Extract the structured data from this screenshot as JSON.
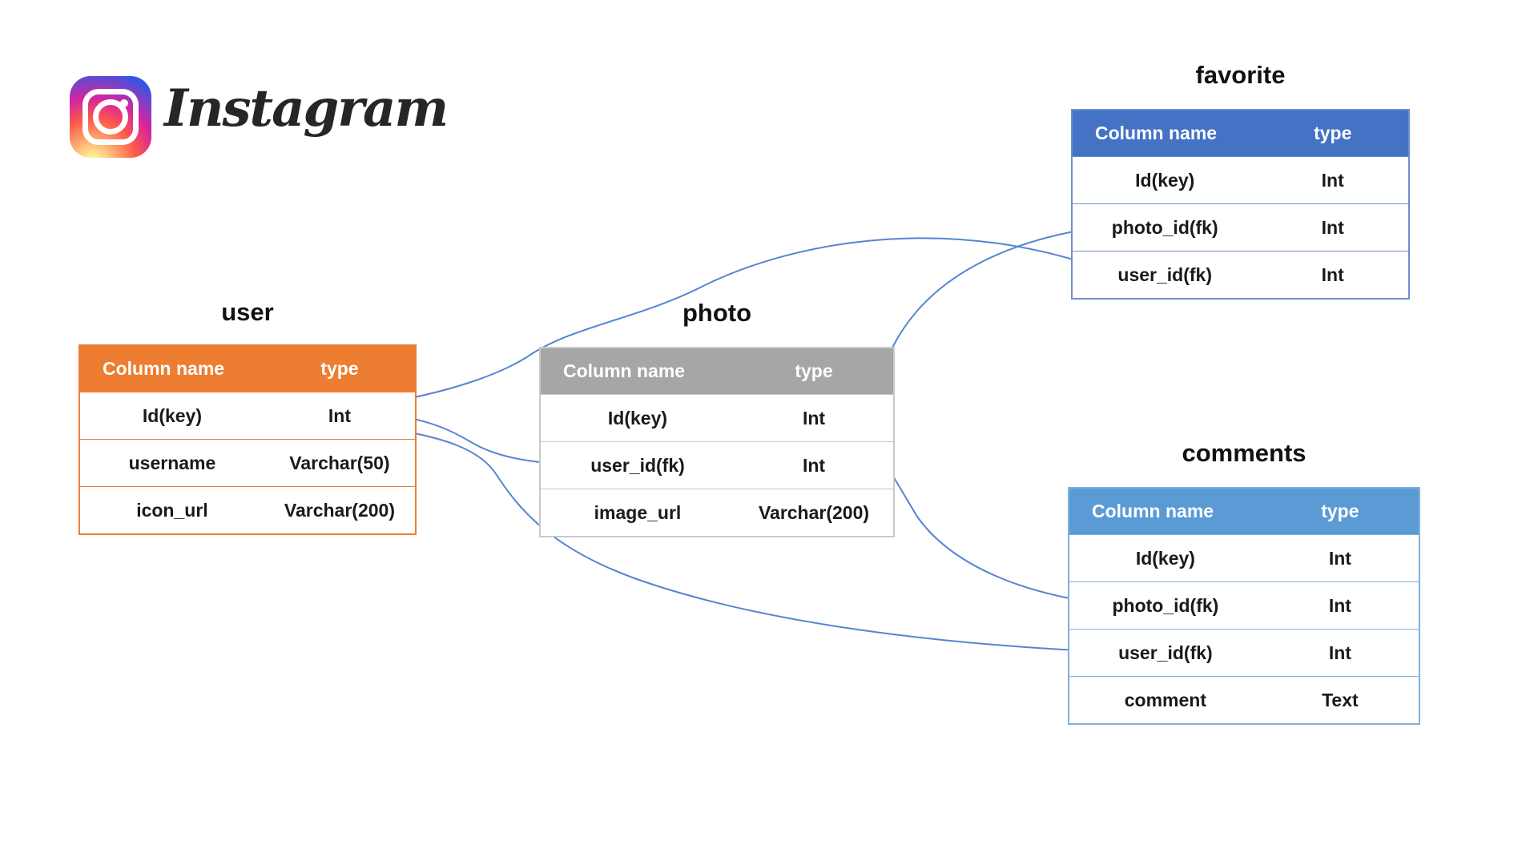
{
  "logo": {
    "brand": "Instagram"
  },
  "colors": {
    "user_accent": "#ED7D31",
    "photo_accent": "#A6A6A6",
    "favorite_accent": "#4472C4",
    "comments_accent": "#5B9BD5",
    "connector": "#5585D0",
    "arrowhead": "#3D6CC0"
  },
  "tables": {
    "user": {
      "title": "user",
      "accent": "#ED7D31",
      "border": "#ED7D31",
      "columns": [
        "Column name",
        "type"
      ],
      "rows": [
        [
          "Id(key)",
          "Int"
        ],
        [
          "username",
          "Varchar(50)"
        ],
        [
          "icon_url",
          "Varchar(200)"
        ]
      ]
    },
    "photo": {
      "title": "photo",
      "accent": "#A6A6A6",
      "border": "#C9C9C9",
      "columns": [
        "Column name",
        "type"
      ],
      "rows": [
        [
          "Id(key)",
          "Int"
        ],
        [
          "user_id(fk)",
          "Int"
        ],
        [
          "image_url",
          "Varchar(200)"
        ]
      ]
    },
    "favorite": {
      "title": "favorite",
      "accent": "#4472C4",
      "border": "#6D8FCB",
      "columns": [
        "Column name",
        "type"
      ],
      "rows": [
        [
          "Id(key)",
          "Int"
        ],
        [
          "photo_id(fk)",
          "Int"
        ],
        [
          "user_id(fk)",
          "Int"
        ]
      ]
    },
    "comments": {
      "title": "comments",
      "accent": "#5B9BD5",
      "border": "#7FB0DD",
      "columns": [
        "Column name",
        "type"
      ],
      "rows": [
        [
          "Id(key)",
          "Int"
        ],
        [
          "photo_id(fk)",
          "Int"
        ],
        [
          "user_id(fk)",
          "Int"
        ],
        [
          "comment",
          "Text"
        ]
      ]
    }
  },
  "relations": [
    {
      "from": "favorite.user_id(fk)",
      "to": "user.Id(key)"
    },
    {
      "from": "photo.user_id(fk)",
      "to": "user.Id(key)"
    },
    {
      "from": "comments.user_id(fk)",
      "to": "user.Id(key)"
    },
    {
      "from": "favorite.photo_id(fk)",
      "to": "photo.Id(key)"
    },
    {
      "from": "comments.photo_id(fk)",
      "to": "photo.Id(key)"
    }
  ]
}
